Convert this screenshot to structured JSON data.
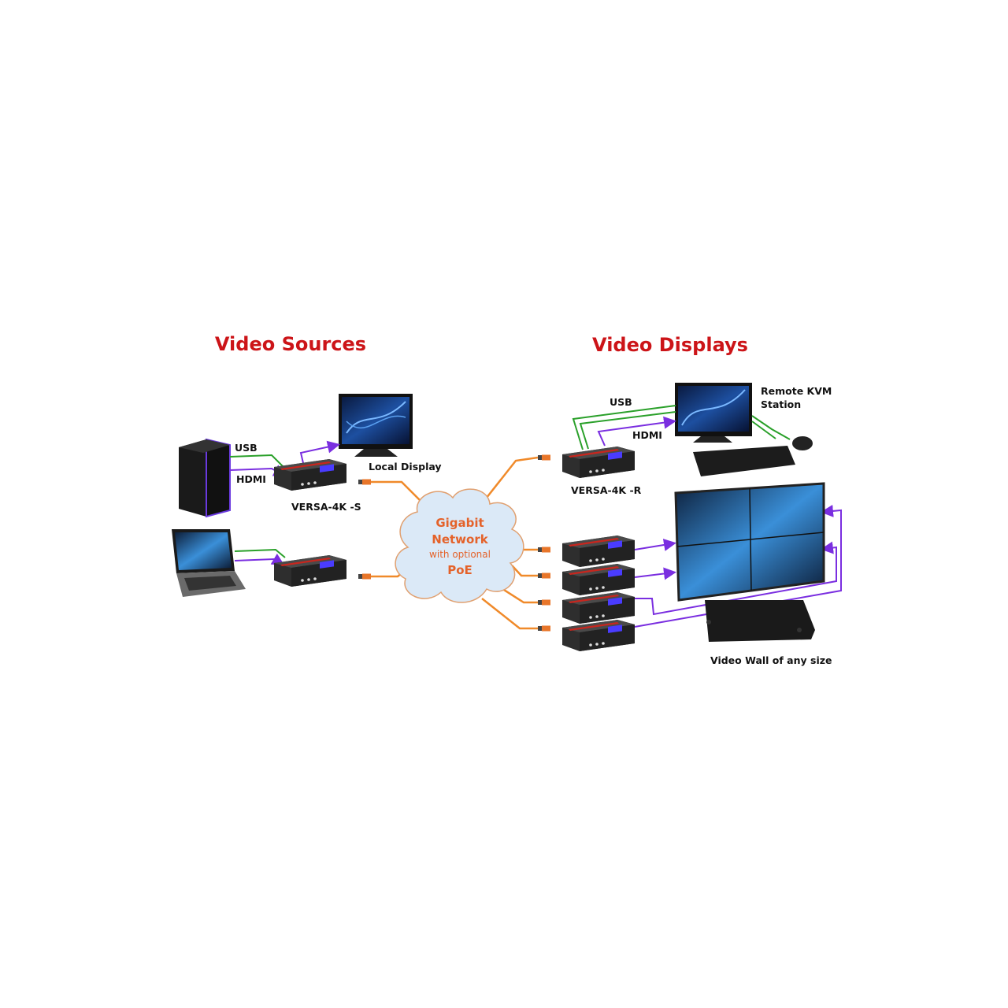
{
  "colors": {
    "title": "#cc1418",
    "usb": "#2aa02a",
    "hdmi": "#7a2ee0",
    "network": "#f08a2a",
    "cloud_text": "#e4622a",
    "cloud_fill": "#dbe9f7"
  },
  "sources": {
    "title": "Video Sources",
    "usb_label": "USB",
    "hdmi_label": "HDMI",
    "local_display_label": "Local Display",
    "sender_label": "VERSA-4K -S"
  },
  "network": {
    "line1": "Gigabit",
    "line2": "Network",
    "line3": "with optional",
    "line4": "PoE"
  },
  "displays": {
    "title": "Video Displays",
    "usb_label": "USB",
    "hdmi_label": "HDMI",
    "kvm_label_line1": "Remote KVM",
    "kvm_label_line2": "Station",
    "receiver_label": "VERSA-4K -R",
    "video_wall_label": "Video Wall of any size"
  }
}
